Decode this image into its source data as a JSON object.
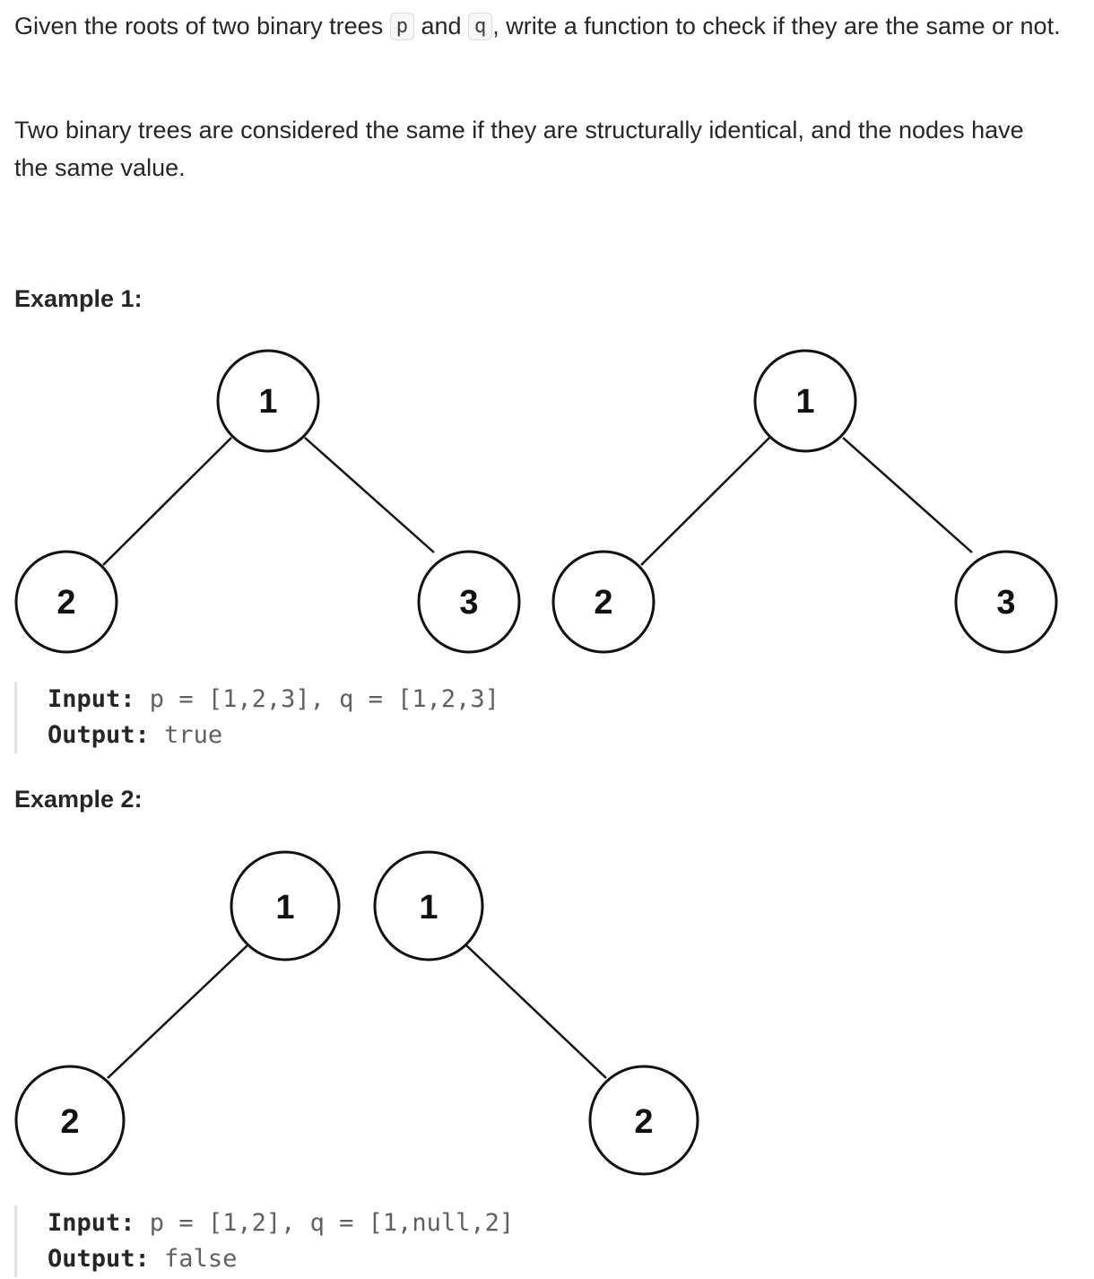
{
  "intro": {
    "prefix": "Given the roots of two binary trees ",
    "code_p": "p",
    "mid": " and ",
    "code_q": "q",
    "suffix": ", write a function to check if they are the same or not."
  },
  "definition": "Two binary trees are considered the same if they are structurally identical, and the nodes have the same value.",
  "examples": [
    {
      "heading": "Example 1:",
      "trees": [
        {
          "root": "1",
          "left": "2",
          "right": "3"
        },
        {
          "root": "1",
          "left": "2",
          "right": "3"
        }
      ],
      "input_label": "Input:",
      "input_value": " p = [1,2,3], q = [1,2,3]",
      "output_label": "Output:",
      "output_value": " true"
    },
    {
      "heading": "Example 2:",
      "trees": [
        {
          "root": "1",
          "left": "2"
        },
        {
          "root": "1",
          "right": "2"
        }
      ],
      "input_label": "Input:",
      "input_value": " p = [1,2], q = [1,null,2]",
      "output_label": "Output:",
      "output_value": " false"
    }
  ]
}
